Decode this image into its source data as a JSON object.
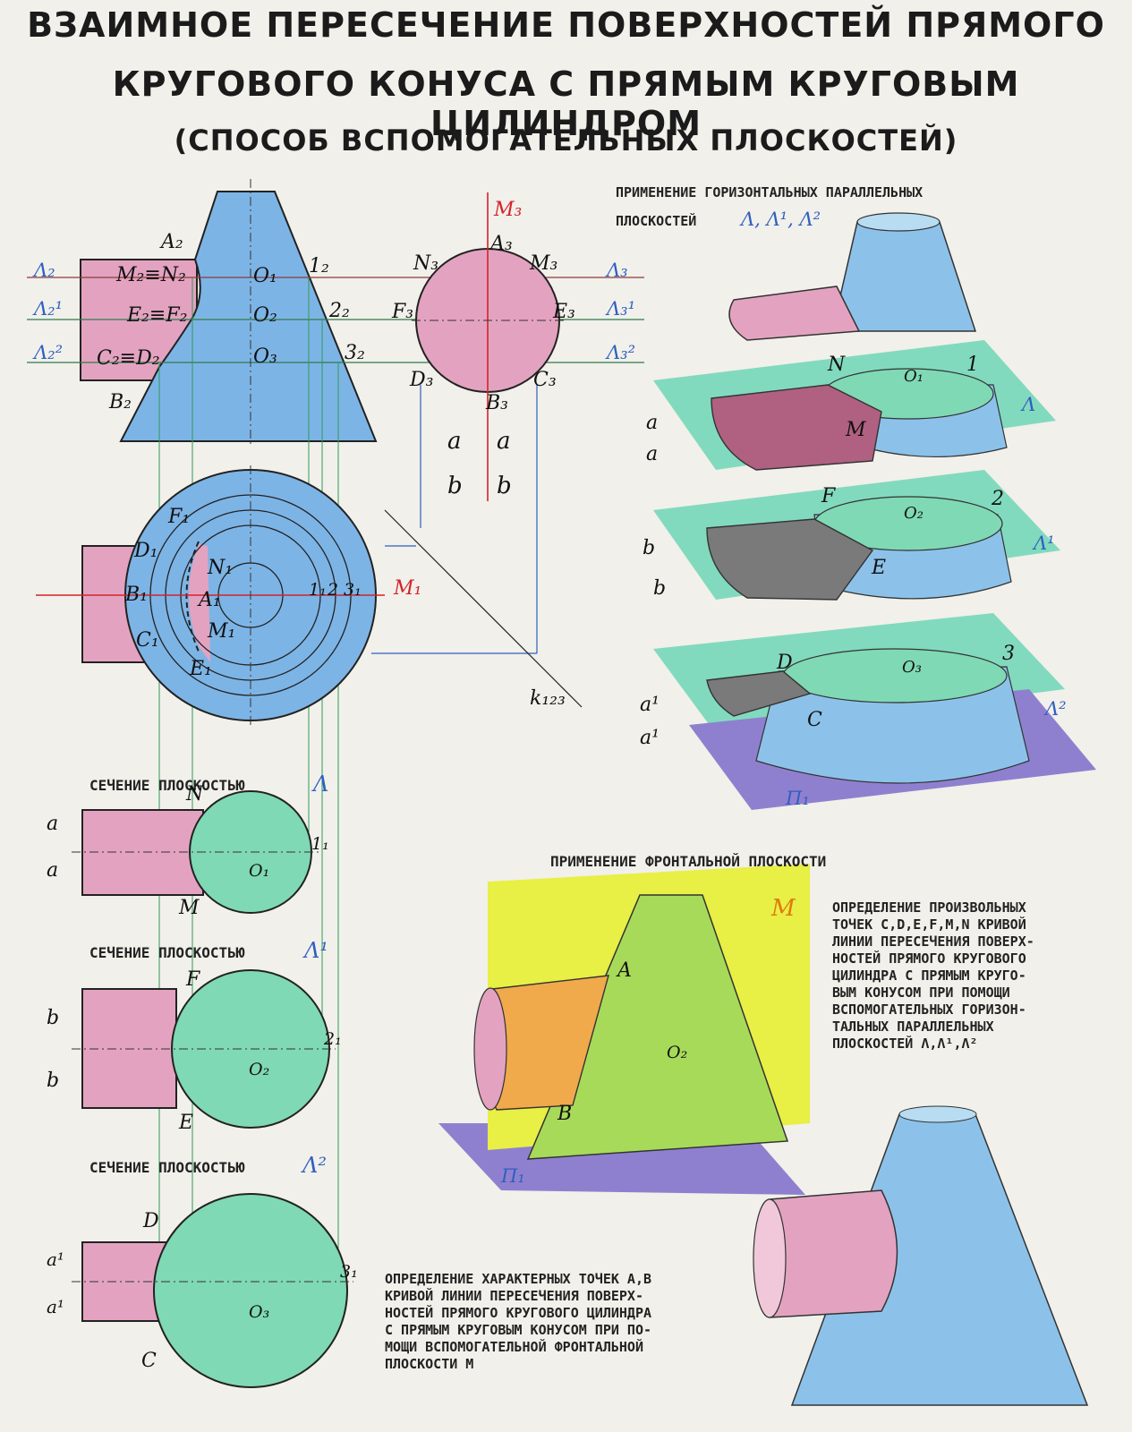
{
  "title": {
    "line1": "ВЗАИМНОЕ ПЕРЕСЕЧЕНИЕ ПОВЕРХНОСТЕЙ ПРЯМОГО",
    "line2": "КРУГОВОГО КОНУСА С ПРЯМЫМ КРУГОВЫМ ЦИЛИНДРОМ",
    "line3": "(СПОСОБ ВСПОМОГАТЕЛЬНЫХ ПЛОСКОСТЕЙ)"
  },
  "front_view": {
    "A2": "A₂",
    "B2": "B₂",
    "M2N2": "M₂≡N₂",
    "E2F2": "E₂≡F₂",
    "C2D2": "C₂≡D₂",
    "O1": "O₁",
    "O2": "O₂",
    "O3": "O₃",
    "p1": "1₂",
    "p2": "2₂",
    "p3": "3₂",
    "L2": "Λ₂",
    "L2_1": "Λ₂¹",
    "L2_2": "Λ₂²"
  },
  "side_view": {
    "M3": "M₃",
    "A3": "A₃",
    "B3": "B₃",
    "N3": "N₃",
    "M3p": "M₃",
    "F3": "F₃",
    "E3": "E₃",
    "D3": "D₃",
    "C3": "C₃",
    "L3": "Λ₃",
    "L3_1": "Λ₃¹",
    "L3_2": "Λ₃²",
    "a": "a",
    "b": "b"
  },
  "top_view": {
    "F1": "F₁",
    "D1": "D₁",
    "N1": "N₁",
    "B1": "B₁",
    "A1": "A₁",
    "C1": "C₁",
    "M1": "M₁",
    "E1": "E₁",
    "p1": "1₁",
    "p2": "2",
    "p3": "3₁",
    "M1axis": "M₁",
    "k": "k₁₂₃"
  },
  "horizontal_planes": {
    "heading1": "ПРИМЕНЕНИЕ ГОРИЗОНТАЛЬНЫХ ПАРАЛЛЕЛЬНЫХ",
    "heading2": "ПЛОСКОСТЕЙ",
    "heading_symbols": "Λ, Λ¹, Λ²",
    "scene1": {
      "N": "N",
      "O": "O₁",
      "P": "1",
      "M": "M",
      "a": "a",
      "plane": "Λ"
    },
    "scene2": {
      "F": "F",
      "O": "O₂",
      "P": "2",
      "E": "E",
      "b": "b",
      "plane": "Λ¹"
    },
    "scene3": {
      "D": "D",
      "O": "O₃",
      "P": "3",
      "C": "C",
      "a1": "a¹",
      "plane": "Λ²",
      "pi": "Π₁"
    }
  },
  "sections": {
    "s1": {
      "caption": "СЕЧЕНИЕ ПЛОСКОСТЬЮ",
      "symbol": "Λ",
      "N": "N",
      "M": "M",
      "O": "O₁",
      "P": "1₁",
      "a": "a"
    },
    "s2": {
      "caption": "СЕЧЕНИЕ ПЛОСКОСТЬЮ",
      "symbol": "Λ¹",
      "F": "F",
      "E": "E",
      "O": "O₂",
      "P": "2₁",
      "b": "b"
    },
    "s3": {
      "caption": "СЕЧЕНИЕ ПЛОСКОСТЬЮ",
      "symbol": "Λ²",
      "D": "D",
      "C": "C",
      "O": "O₃",
      "P": "3₁",
      "a1": "a¹"
    }
  },
  "frontal_plane": {
    "heading": "ПРИМЕНЕНИЕ ФРОНТАЛЬНОЙ ПЛОСКОСТИ",
    "M": "M",
    "A": "A",
    "B": "B",
    "O": "O₂",
    "pi": "Π₁"
  },
  "text_arbitrary": {
    "lines": [
      "ОПРЕДЕЛЕНИЕ ПРОИЗВОЛЬНЫХ",
      "ТОЧЕК C,D,E,F,M,N КРИВОЙ",
      "ЛИНИИ ПЕРЕСЕЧЕНИЯ ПОВЕРХ-",
      "НОСТЕЙ ПРЯМОГО КРУГОВОГО",
      "ЦИЛИНДРА С ПРЯМЫМ КРУГО-",
      "ВЫМ КОНУСОМ ПРИ ПОМОЩИ",
      "ВСПОМОГАТЕЛЬНЫХ ГОРИЗОН-",
      "ТАЛЬНЫХ ПАРАЛЛЕЛЬНЫХ",
      "ПЛОСКОСТЕЙ Λ,Λ¹,Λ²"
    ]
  },
  "text_characteristic": {
    "lines": [
      "ОПРЕДЕЛЕНИЕ ХАРАКТЕРНЫХ ТОЧЕК A,B",
      "КРИВОЙ ЛИНИИ ПЕРЕСЕЧЕНИЯ ПОВЕРХ-",
      "НОСТЕЙ ПРЯМОГО КРУГОВОГО ЦИЛИНДРА",
      "С ПРЯМЫМ КРУГОВЫМ КОНУСОМ ПРИ ПО-",
      "МОЩИ ВСПОМОГАТЕЛЬНОЙ ФРОНТАЛЬНОЙ",
      "ПЛОСКОСТИ M"
    ]
  },
  "colors": {
    "cone": "#7db4e6",
    "cylinder": "#e3a3c0",
    "section": "#7fd9b4",
    "plane_green": "#6ed6b6",
    "plane_violet": "#8f80cf",
    "yellow": "#e8ef45",
    "blue_label": "#2f5fc0",
    "red_line": "#d4232a"
  }
}
